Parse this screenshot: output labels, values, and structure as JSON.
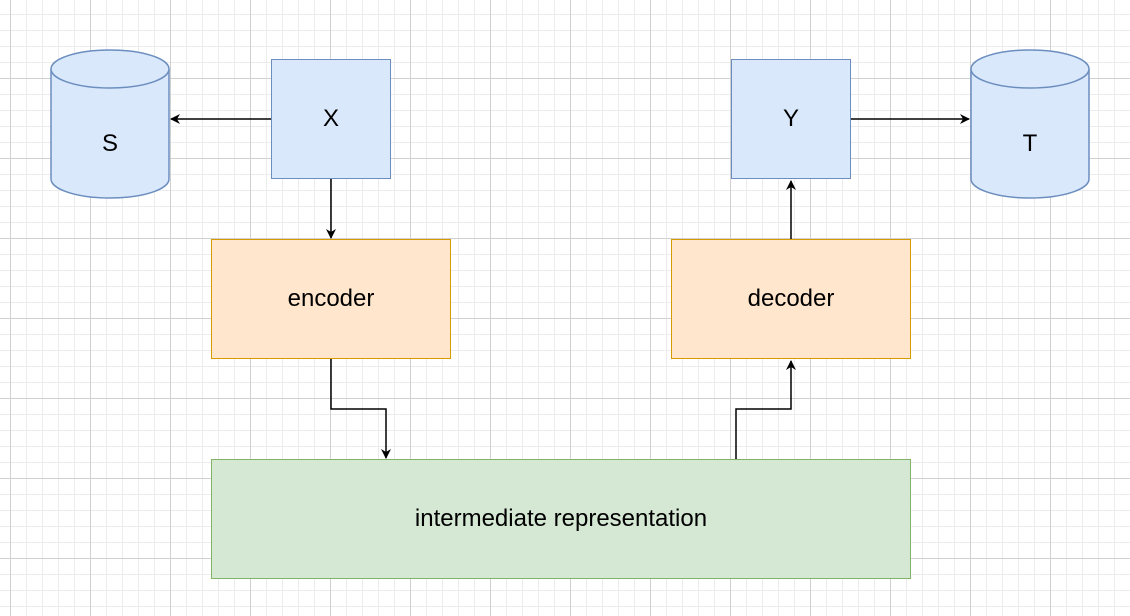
{
  "diagram": {
    "stores": {
      "source": {
        "label": "S"
      },
      "target": {
        "label": "T"
      }
    },
    "nodes": {
      "x": {
        "label": "X"
      },
      "y": {
        "label": "Y"
      },
      "encoder": {
        "label": "encoder"
      },
      "decoder": {
        "label": "decoder"
      },
      "intermediate": {
        "label": "intermediate representation"
      }
    },
    "colors": {
      "blue_fill": "#dae8fc",
      "blue_stroke": "#6c8ebf",
      "orange_fill": "#ffe6cc",
      "orange_stroke": "#d79b00",
      "green_fill": "#d5e8d4",
      "green_stroke": "#82b366",
      "edge": "#000000"
    }
  }
}
